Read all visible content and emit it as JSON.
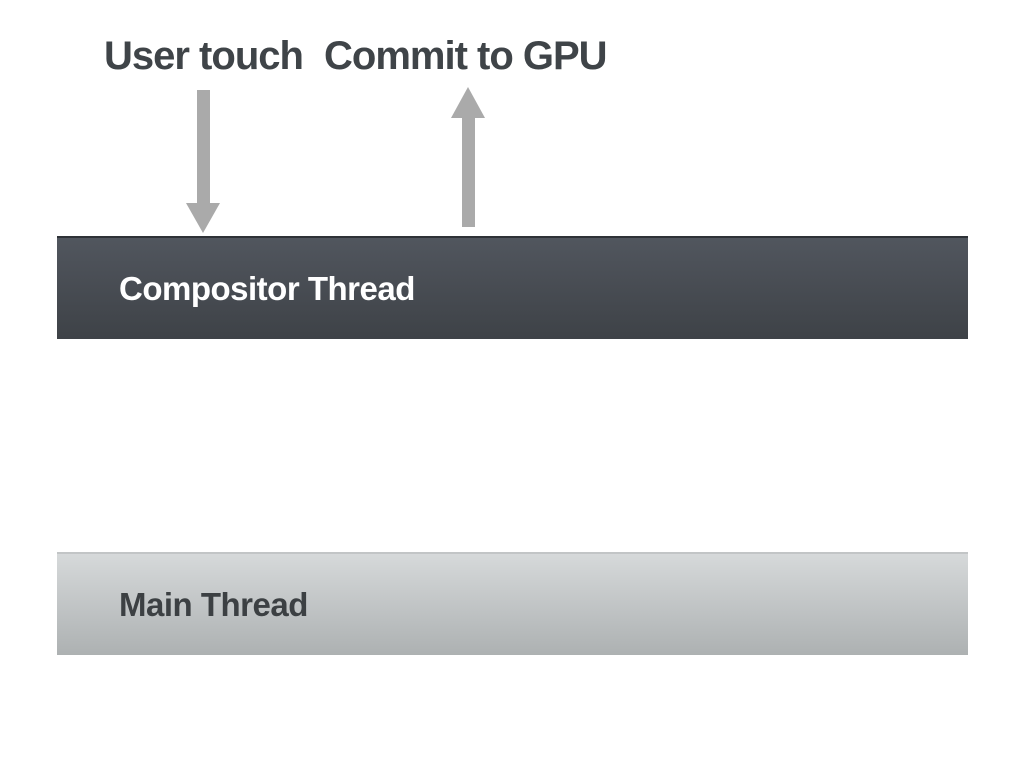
{
  "colors": {
    "page-bg": "#ffffff",
    "label-text": "#3f4448",
    "arrow": "#aaaaaa",
    "compositor-top": "#51565e",
    "compositor-bottom": "#3e4247",
    "compositor-border": "#2e3237",
    "compositor-text": "#ffffff",
    "main-top": "#d6d9da",
    "main-bottom": "#adb1b2",
    "main-border": "#c2c5c6",
    "main-text": "#3c4043"
  },
  "annotations": {
    "user_touch": {
      "label": "User touch",
      "arrow_direction": "down"
    },
    "commit_to_gpu": {
      "label": "Commit to GPU",
      "arrow_direction": "up"
    }
  },
  "bars": {
    "compositor": {
      "label": "Compositor Thread"
    },
    "main": {
      "label": "Main Thread"
    }
  }
}
